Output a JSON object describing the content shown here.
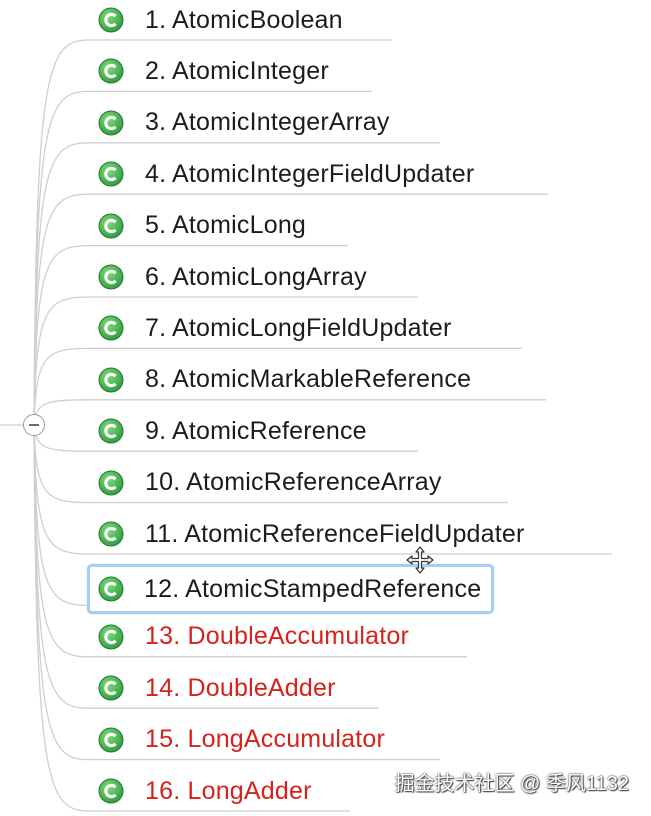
{
  "mindmap": {
    "collapse_toggle": "minus-icon",
    "node_icon": "class-c-icon",
    "nodes": [
      {
        "label": "1. AtomicBoolean",
        "color": "black"
      },
      {
        "label": "2. AtomicInteger",
        "color": "black"
      },
      {
        "label": "3. AtomicIntegerArray",
        "color": "black"
      },
      {
        "label": "4. AtomicIntegerFieldUpdater",
        "color": "black"
      },
      {
        "label": "5. AtomicLong",
        "color": "black"
      },
      {
        "label": "6. AtomicLongArray",
        "color": "black"
      },
      {
        "label": "7. AtomicLongFieldUpdater",
        "color": "black"
      },
      {
        "label": "8. AtomicMarkableReference",
        "color": "black"
      },
      {
        "label": "9. AtomicReference",
        "color": "black"
      },
      {
        "label": "10. AtomicReferenceArray",
        "color": "black"
      },
      {
        "label": "11. AtomicReferenceFieldUpdater",
        "color": "black"
      },
      {
        "label": "12. AtomicStampedReference",
        "color": "black",
        "selected": true
      },
      {
        "label": "13. DoubleAccumulator",
        "color": "red"
      },
      {
        "label": "14. DoubleAdder",
        "color": "red"
      },
      {
        "label": "15. LongAccumulator",
        "color": "red"
      },
      {
        "label": "16. LongAdder",
        "color": "red"
      }
    ],
    "colors": {
      "text": "#1c1c1c",
      "red_text": "#d8201c",
      "icon_green": "#2e9a3f",
      "connector": "#cfcfcf",
      "selection": "#a8cdf2"
    }
  },
  "cursor": "move-cursor-icon",
  "watermark": "掘金技术社区 @ 季风1132"
}
